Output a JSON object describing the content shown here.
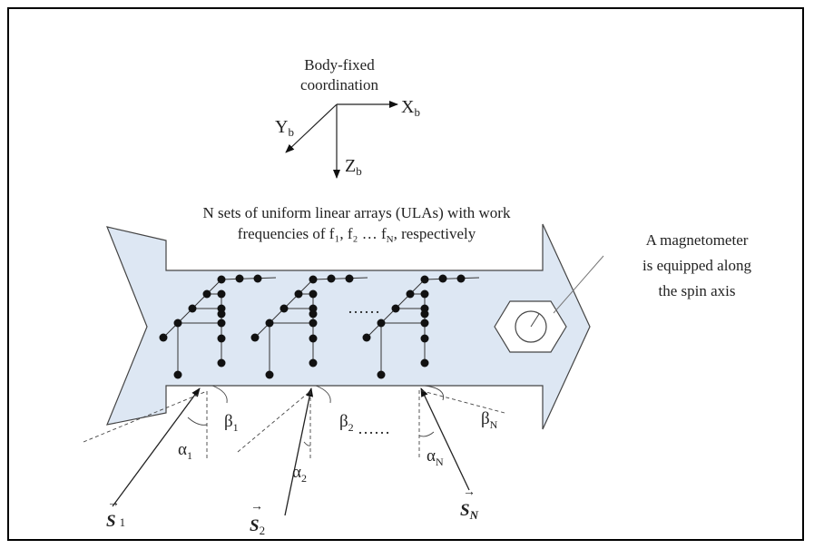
{
  "coordinate_frame": {
    "title_line1": "Body-fixed",
    "title_line2": "coordination",
    "x_axis": {
      "letter": "X",
      "sub": "b"
    },
    "y_axis": {
      "letter": "Y",
      "sub": "b"
    },
    "z_axis": {
      "letter": "Z",
      "sub": "b"
    }
  },
  "ula_caption": {
    "line1": "N sets of uniform linear arrays (ULAs) with work",
    "line2": "frequencies of f₁, f₂ … f",
    "line2_sub": "N",
    "line2_end": ", respectively"
  },
  "magnetometer_note": {
    "line1": "A magnetometer",
    "line2": "is equipped along",
    "line3": "the spin axis"
  },
  "ellipsis": "……",
  "signals": [
    {
      "vector": "S",
      "index": "1",
      "alpha": "α",
      "alpha_sub": "1",
      "beta": "β",
      "beta_sub": "1"
    },
    {
      "vector": "S",
      "index": "2",
      "alpha": "α",
      "alpha_sub": "2",
      "beta": "β",
      "beta_sub": "2"
    },
    {
      "vector": "S",
      "index": "N",
      "alpha": "α",
      "alpha_sub": "N",
      "beta": "β",
      "beta_sub": "N"
    }
  ],
  "colors": {
    "body_fill": "#dde7f3",
    "stroke": "#333333",
    "frame": "#000000"
  }
}
